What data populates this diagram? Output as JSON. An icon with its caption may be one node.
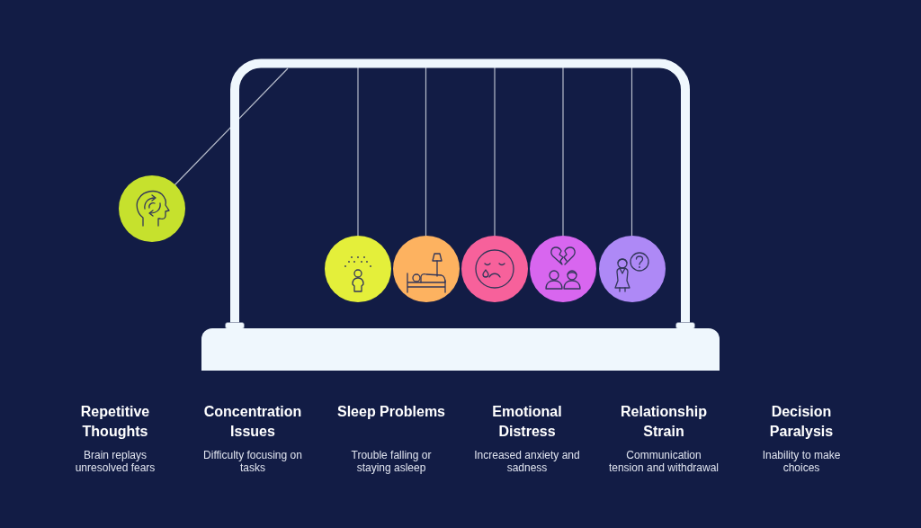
{
  "diagram": {
    "labels": [
      "Repetitive Thoughts",
      "Brain replays unresolved fears",
      "Concentration Issues",
      "Difficulty focusing on tasks",
      "Sleep Problems",
      "Trouble falling or staying asleep",
      "Emotional Distress",
      "Increased anxiety and sadness",
      "Relationship Strain",
      "Communication tension and withdrawal",
      "Decision Paralysis",
      "Inability to make choices"
    ]
  }
}
